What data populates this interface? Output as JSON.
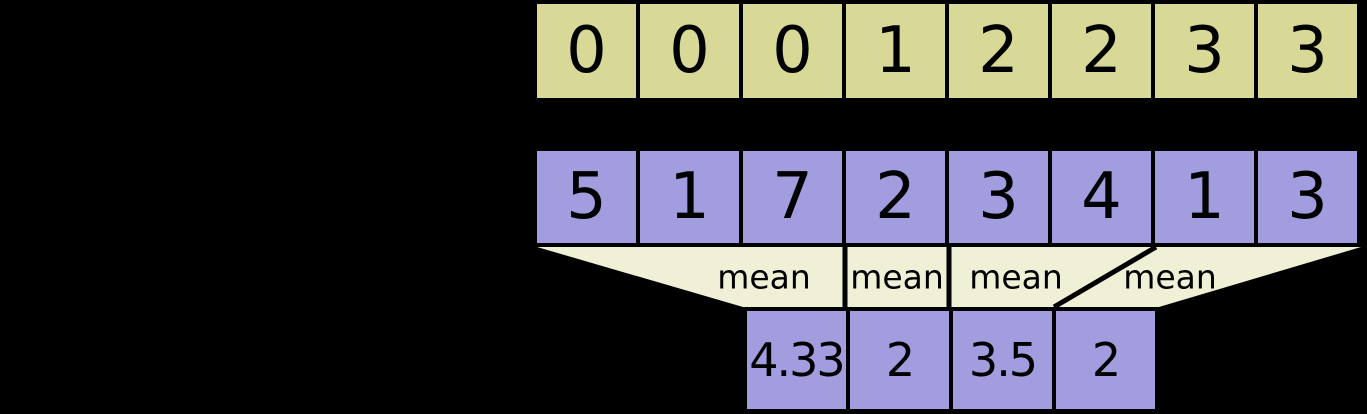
{
  "segment_ids": {
    "values": [
      "0",
      "0",
      "0",
      "1",
      "2",
      "2",
      "3",
      "3"
    ]
  },
  "data_values": {
    "values": [
      "5",
      "1",
      "7",
      "2",
      "3",
      "4",
      "1",
      "3"
    ]
  },
  "operations": {
    "labels": [
      "mean",
      "mean",
      "mean",
      "mean"
    ]
  },
  "outputs": {
    "values": [
      "4.33",
      "2",
      "3.5",
      "2"
    ]
  },
  "colors": {
    "background": "#000000",
    "segment_cell": "#d8d997",
    "data_cell": "#a29ddf",
    "output_cell": "#a29ddf",
    "funnel": "#f0f0d6",
    "border": "#000000",
    "text": "#000000"
  }
}
